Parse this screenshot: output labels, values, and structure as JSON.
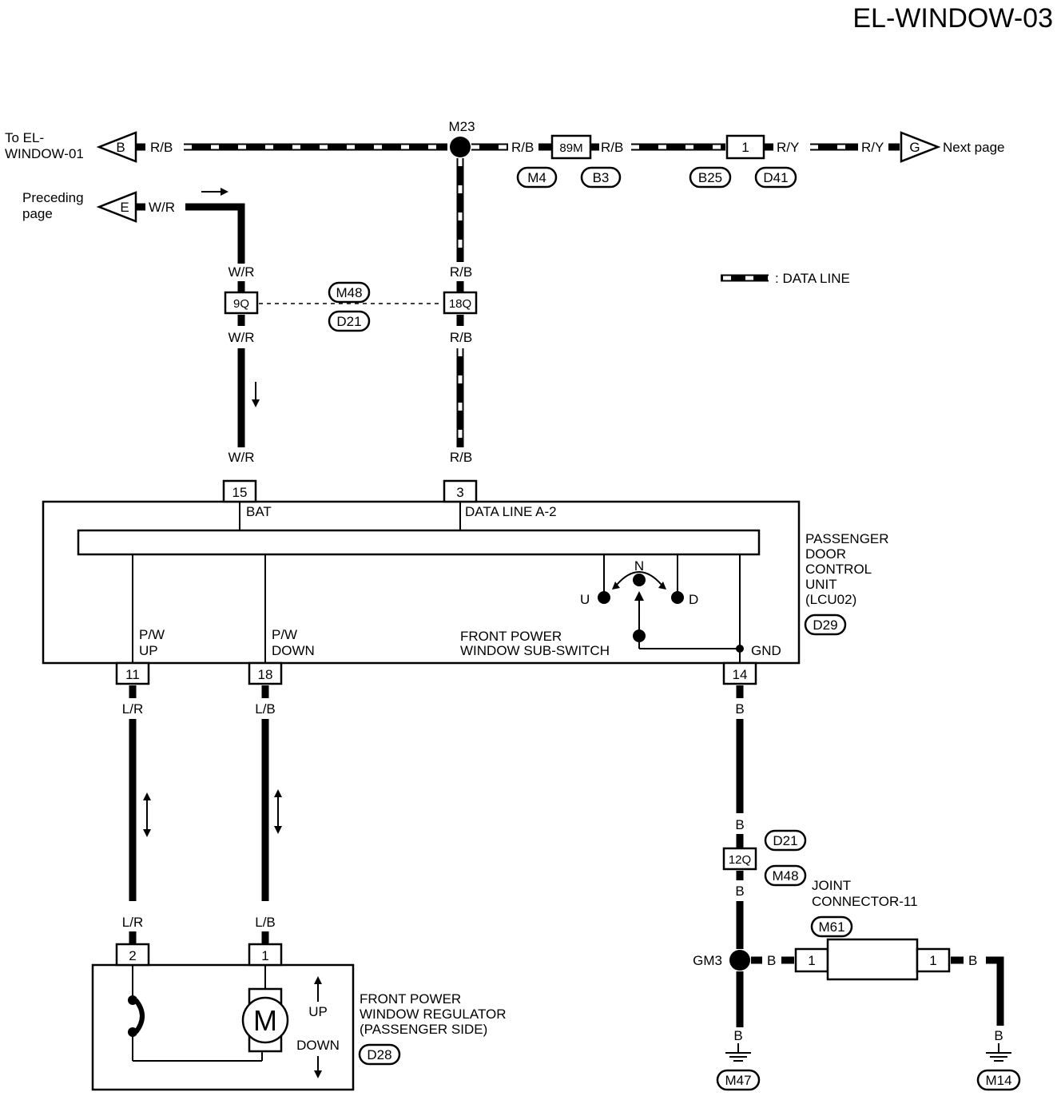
{
  "page_id": "EL-WINDOW-03",
  "top_line": {
    "to_label_line1": "To EL-",
    "to_label_line2": "WINDOW-01",
    "connector_b": "B",
    "connector_g": "G",
    "next_page": "Next page",
    "splice_m23": "M23",
    "wire_rb": "R/B",
    "wire_ry": "R/Y",
    "conn_89m": "89M",
    "conn_1": "1",
    "tag_m4": "M4",
    "tag_b3": "B3",
    "tag_b25": "B25",
    "tag_d41": "D41"
  },
  "preceding": {
    "line1": "Preceding",
    "line2": "page",
    "connector_e": "E",
    "wire_wr": "W/R"
  },
  "legend": {
    "data_line": ": DATA LINE"
  },
  "middle": {
    "wire_wr": "W/R",
    "wire_rb": "R/B",
    "conn_9q": "9Q",
    "conn_18q": "18Q",
    "tag_m48": "M48",
    "tag_d21": "D21"
  },
  "control_unit": {
    "pin_15": "15",
    "pin_3": "3",
    "pin_11": "11",
    "pin_18": "18",
    "pin_14": "14",
    "bat": "BAT",
    "data_line_a2": "DATA LINE A-2",
    "pw_up_1": "P/W",
    "pw_up_2": "UP",
    "pw_down_1": "P/W",
    "pw_down_2": "DOWN",
    "sub_switch_1": "FRONT POWER",
    "sub_switch_2": "WINDOW SUB-SWITCH",
    "gnd": "GND",
    "sw_u": "U",
    "sw_n": "N",
    "sw_d": "D",
    "name_1": "PASSENGER",
    "name_2": "DOOR",
    "name_3": "CONTROL",
    "name_4": "UNIT",
    "name_5": "(LCU02)",
    "tag_d29": "D29"
  },
  "lower": {
    "wire_lr": "L/R",
    "wire_lb": "L/B",
    "wire_b": "B",
    "conn_12q": "12Q",
    "tag_d21": "D21",
    "tag_m48": "M48"
  },
  "regulator": {
    "pin_2": "2",
    "pin_1": "1",
    "motor": "M",
    "up": "UP",
    "down": "DOWN",
    "name_1": "FRONT POWER",
    "name_2": "WINDOW REGULATOR",
    "name_3": "(PASSENGER SIDE)",
    "tag_d28": "D28"
  },
  "ground": {
    "gm3": "GM3",
    "joint_1": "JOINT",
    "joint_2": "CONNECTOR-11",
    "tag_m61": "M61",
    "pin_1a": "1",
    "pin_1b": "1",
    "tag_m47": "M47",
    "tag_m14": "M14"
  }
}
